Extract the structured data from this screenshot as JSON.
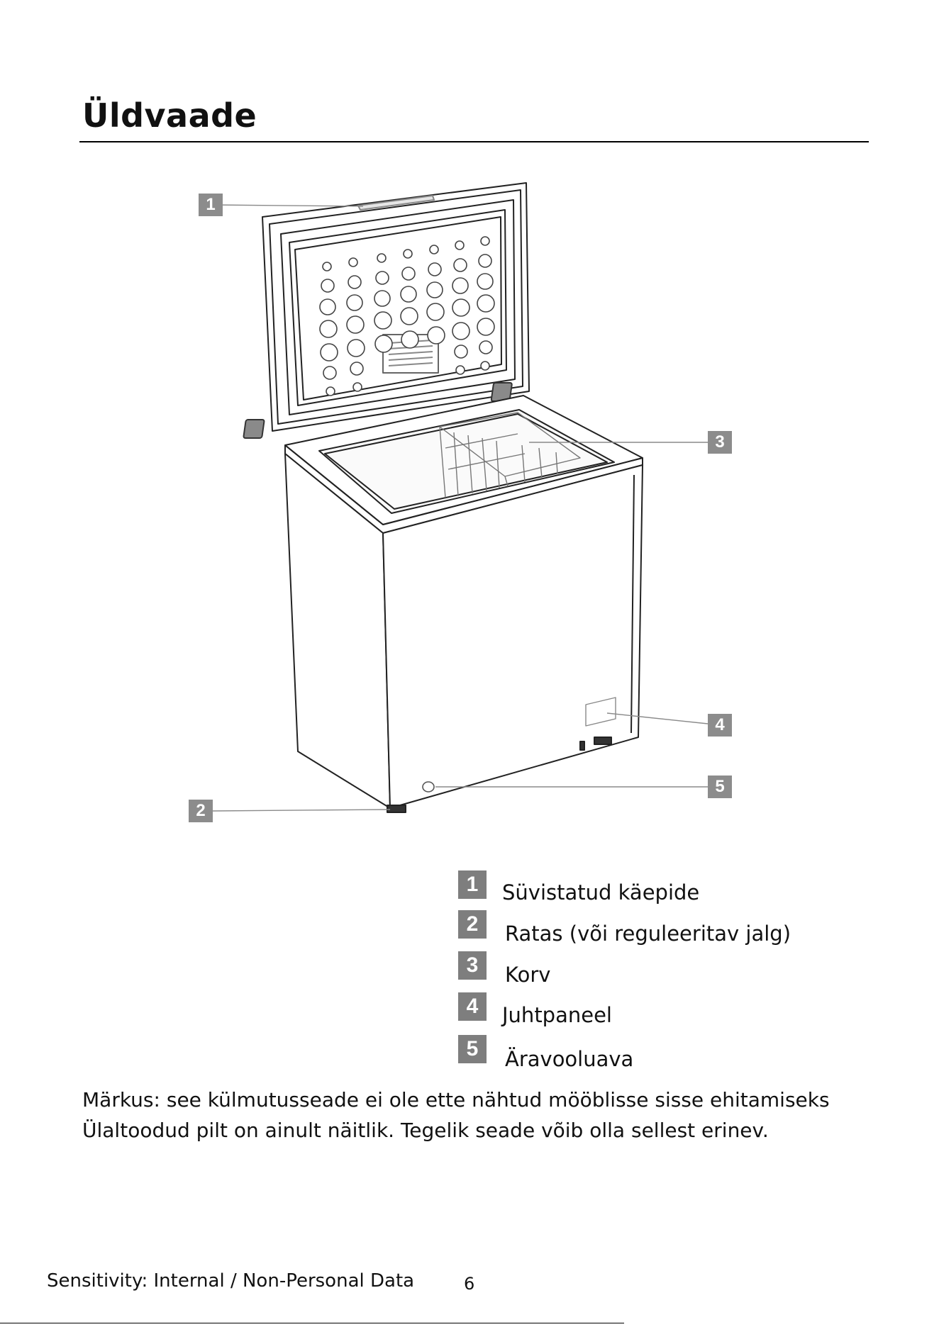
{
  "page": {
    "title": "Üldvaade",
    "page_number": "6",
    "footer": "Sensitivity: Internal / Non-Personal Data"
  },
  "callouts": [
    "1",
    "2",
    "3",
    "4",
    "5"
  ],
  "legend": [
    {
      "number": "1",
      "label": "Süvistatud käepide"
    },
    {
      "number": "2",
      "label": "Ratas (või reguleeritav jalg)"
    },
    {
      "number": "3",
      "label": "Korv"
    },
    {
      "number": "4",
      "label": "Juhtpaneel"
    },
    {
      "number": "5",
      "label": "Äravooluava"
    }
  ],
  "note": {
    "line1": "Märkus: see külmutusseade ei ole ette nähtud mööblisse sisse ehitamiseks",
    "line2": "Ülaltoodud pilt on ainult näitlik. Tegelik seade võib olla sellest erinev."
  }
}
